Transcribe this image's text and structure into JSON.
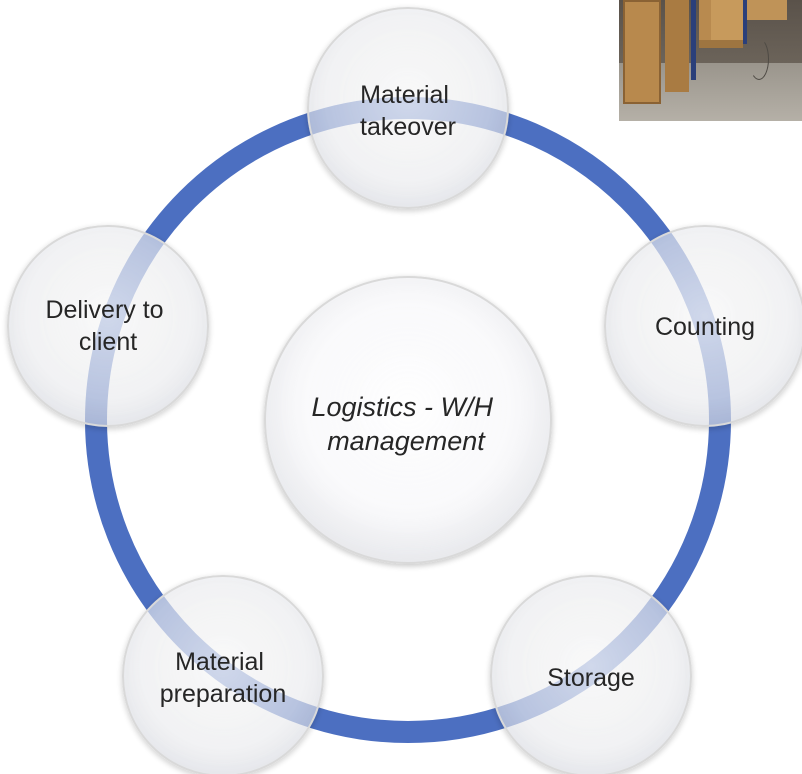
{
  "diagram": {
    "center": {
      "line1": "Logistics - W/H",
      "line2": "management"
    },
    "nodes": [
      {
        "id": "material-takeover",
        "line1": "Material",
        "line2": "takeover"
      },
      {
        "id": "counting",
        "line1": "Counting",
        "line2": ""
      },
      {
        "id": "storage",
        "line1": "Storage",
        "line2": ""
      },
      {
        "id": "material-preparation",
        "line1": "Material",
        "line2": "preparation"
      },
      {
        "id": "delivery-to-client",
        "line1": "Delivery to",
        "line2": "client"
      }
    ],
    "colors": {
      "ring": "#4c6fc1",
      "circle_fill": "#ffffff",
      "circle_edge": "#d9d9d9",
      "text": "#262626"
    }
  },
  "photo": {
    "subject": "warehouse-shelves-photo"
  }
}
